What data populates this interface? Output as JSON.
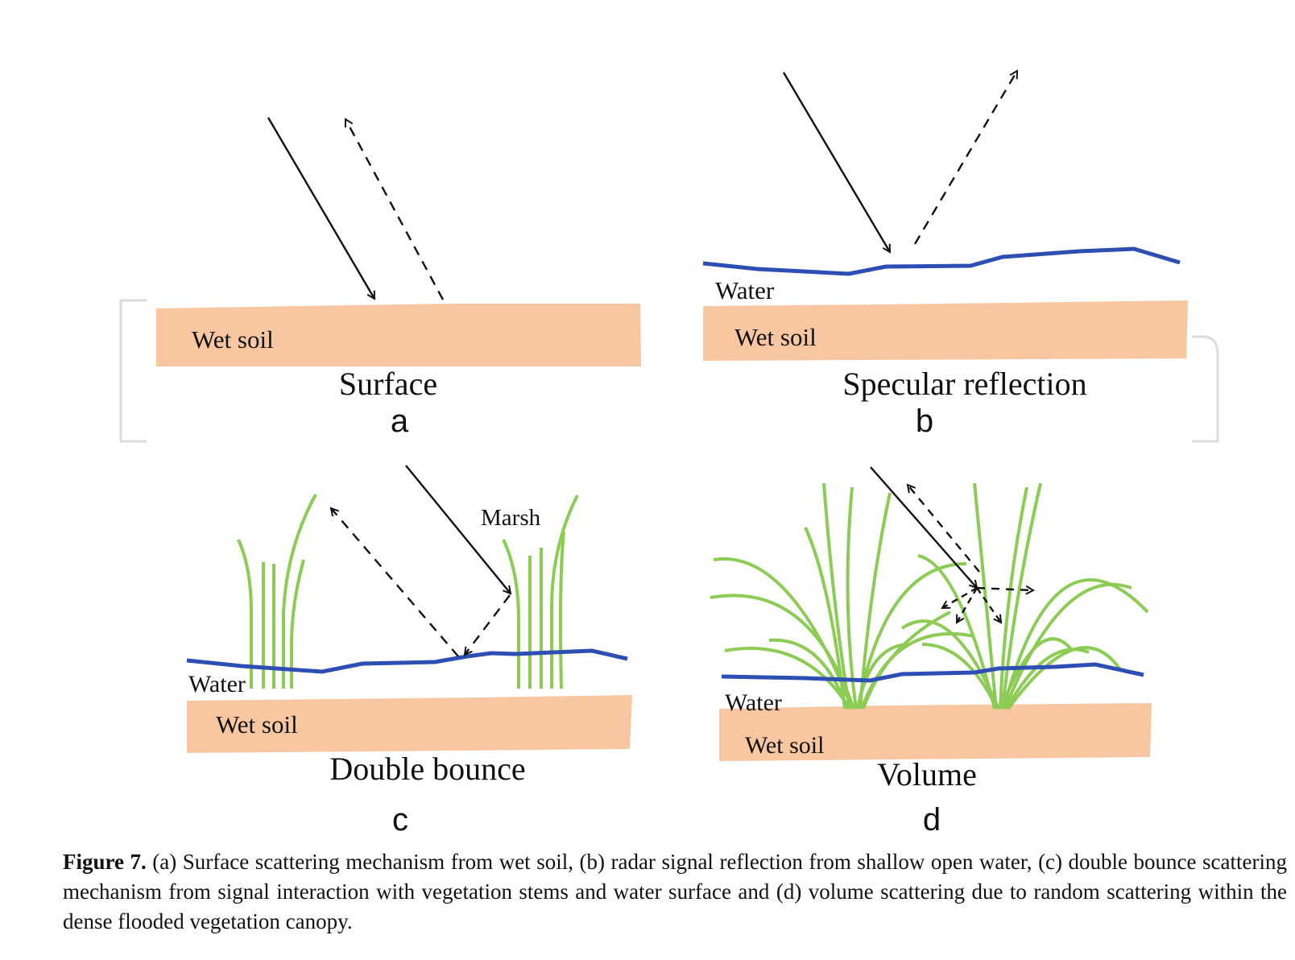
{
  "panels": {
    "a": {
      "letter": "a",
      "title": "Surface",
      "soil_label": "Wet soil"
    },
    "b": {
      "letter": "b",
      "title": "Specular reflection",
      "water_label": "Water",
      "soil_label": "Wet soil"
    },
    "c": {
      "letter": "c",
      "title": "Double bounce",
      "water_label": "Water",
      "soil_label": "Wet soil",
      "vegetation_label": "Marsh"
    },
    "d": {
      "letter": "d",
      "title": "Volume",
      "water_label": "Water",
      "soil_label": "Wet soil"
    }
  },
  "caption": {
    "label": "Figure 7.",
    "text": " (a) Surface scattering mechanism from wet soil, (b) radar signal reflection from shallow open water, (c) double bounce scattering mechanism from signal interaction with vegetation stems and water surface and (d) volume scattering due to random scattering within the dense flooded vegetation canopy."
  },
  "colors": {
    "soil": "#f8c6a0",
    "water": "#2d4fb3",
    "vegetation": "#8ccc55",
    "arrow": "#111111",
    "watermark": "#dddddd"
  }
}
